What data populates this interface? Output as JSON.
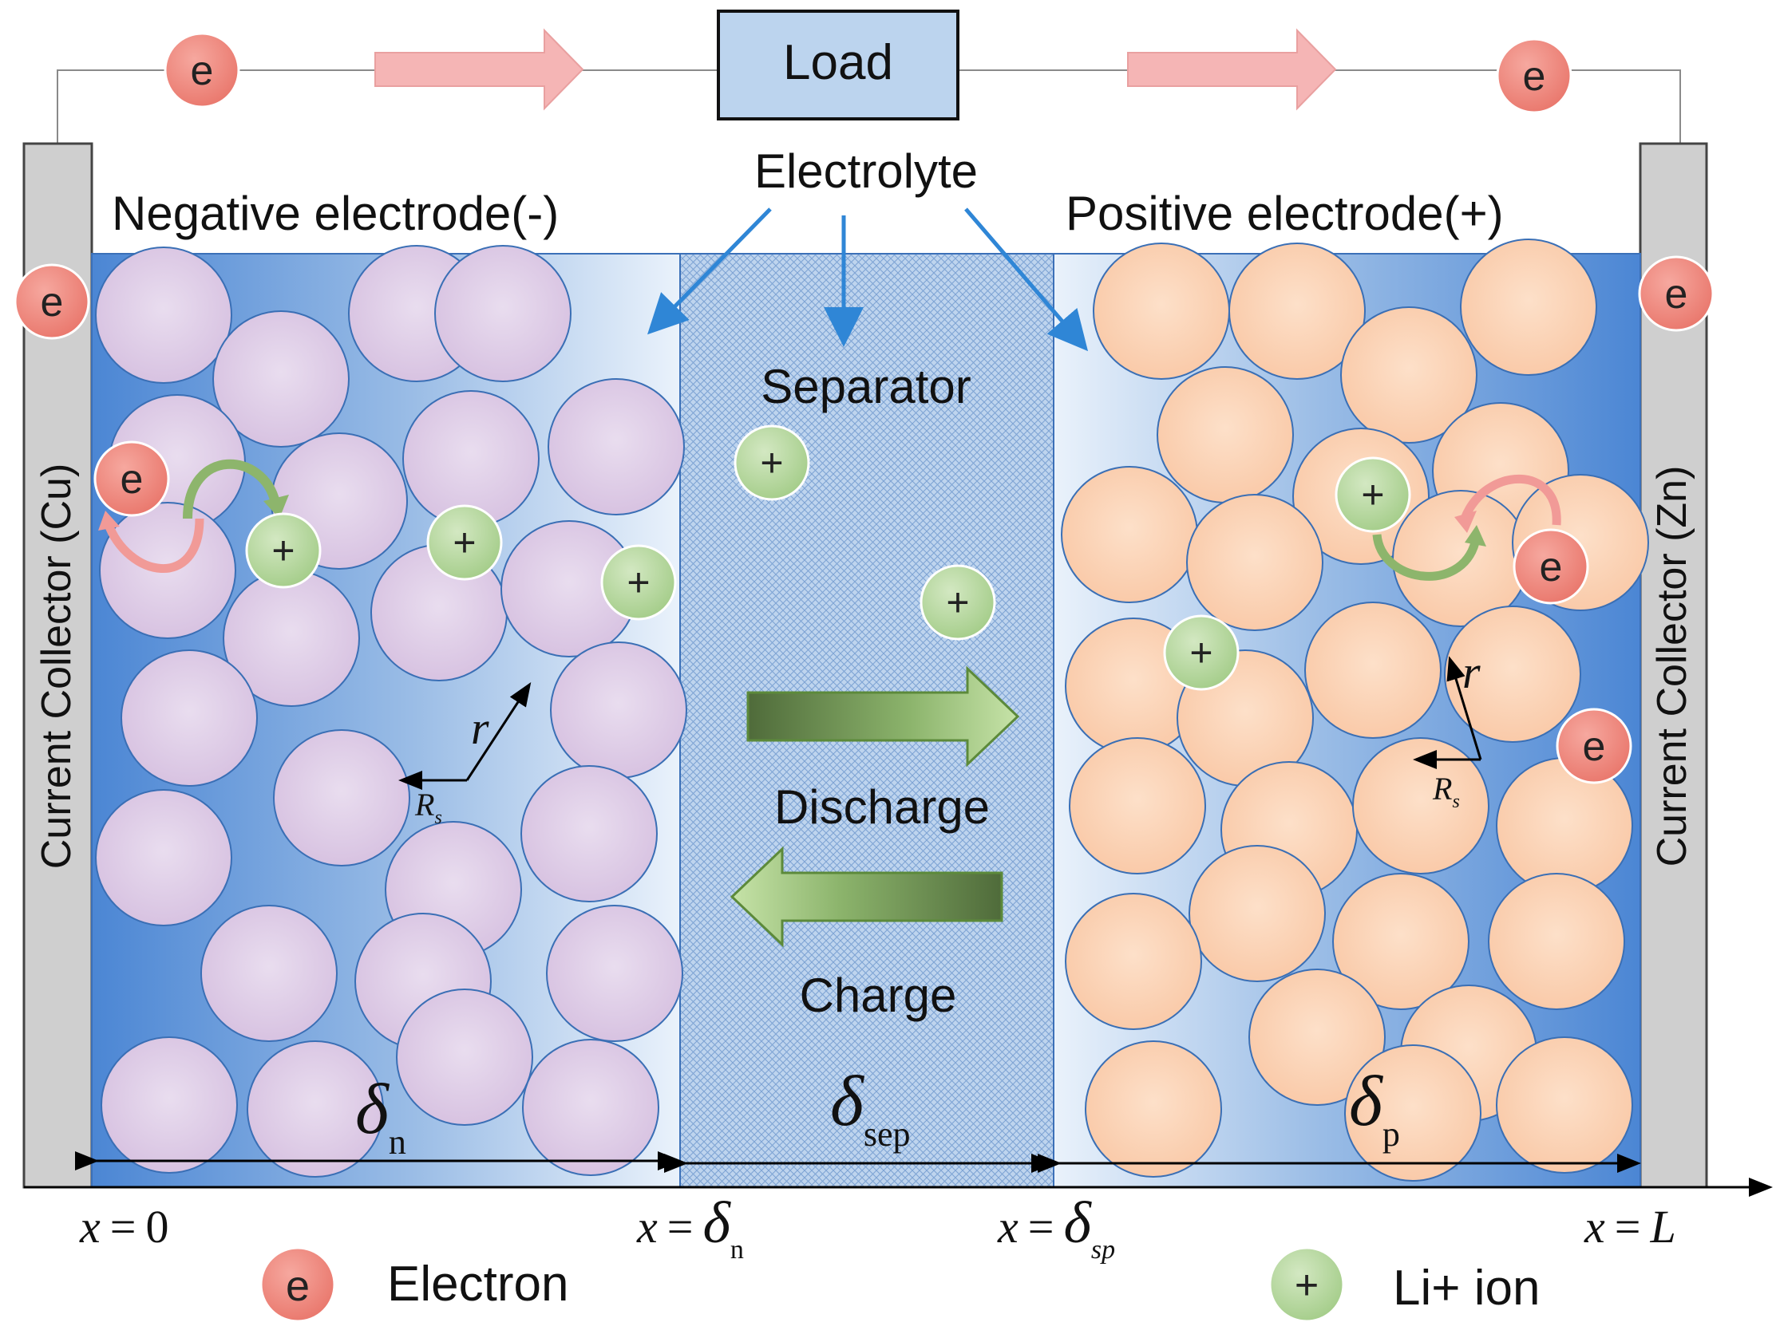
{
  "top": {
    "load_label": "Load",
    "electron_symbol": "e",
    "electrolyte_label": "Electrolyte"
  },
  "regions": {
    "negative_label": "Negative electrode(-)",
    "positive_label": "Positive electrode(+)",
    "separator_label": "Separator",
    "left_collector_label": "Current  Collector (Cu)",
    "right_collector_label": "Current  Collector (Zn)"
  },
  "process": {
    "discharge_label": "Discharge",
    "charge_label": "Charge"
  },
  "particles": {
    "radius_label": "r",
    "rs_label": "R",
    "rs_sub": "s"
  },
  "ion": {
    "symbol": "+"
  },
  "widths": {
    "delta_symbol": "δ",
    "n_sub": "n",
    "sep_sub": "sep",
    "p_sub": "p"
  },
  "axis": {
    "x0_lhs": "x",
    "eq": "=",
    "x0_rhs": "0",
    "xn_sub": "n",
    "xsp_sub": "sp",
    "xl_rhs": "L"
  },
  "legend": {
    "electron_label": "Electron",
    "ion_label": "Li+ ion"
  },
  "colors": {
    "electron_fill": "#f08a80",
    "ion_fill": "#b5d69c",
    "neg_particle": "#dcc9e4",
    "pos_particle": "#fcd2b2",
    "electrode_blue": "#7fa8dc",
    "arrow_blue": "#2f86d6",
    "load_box": "#bcd4ee",
    "collector_gray": "#cfcfcf"
  }
}
